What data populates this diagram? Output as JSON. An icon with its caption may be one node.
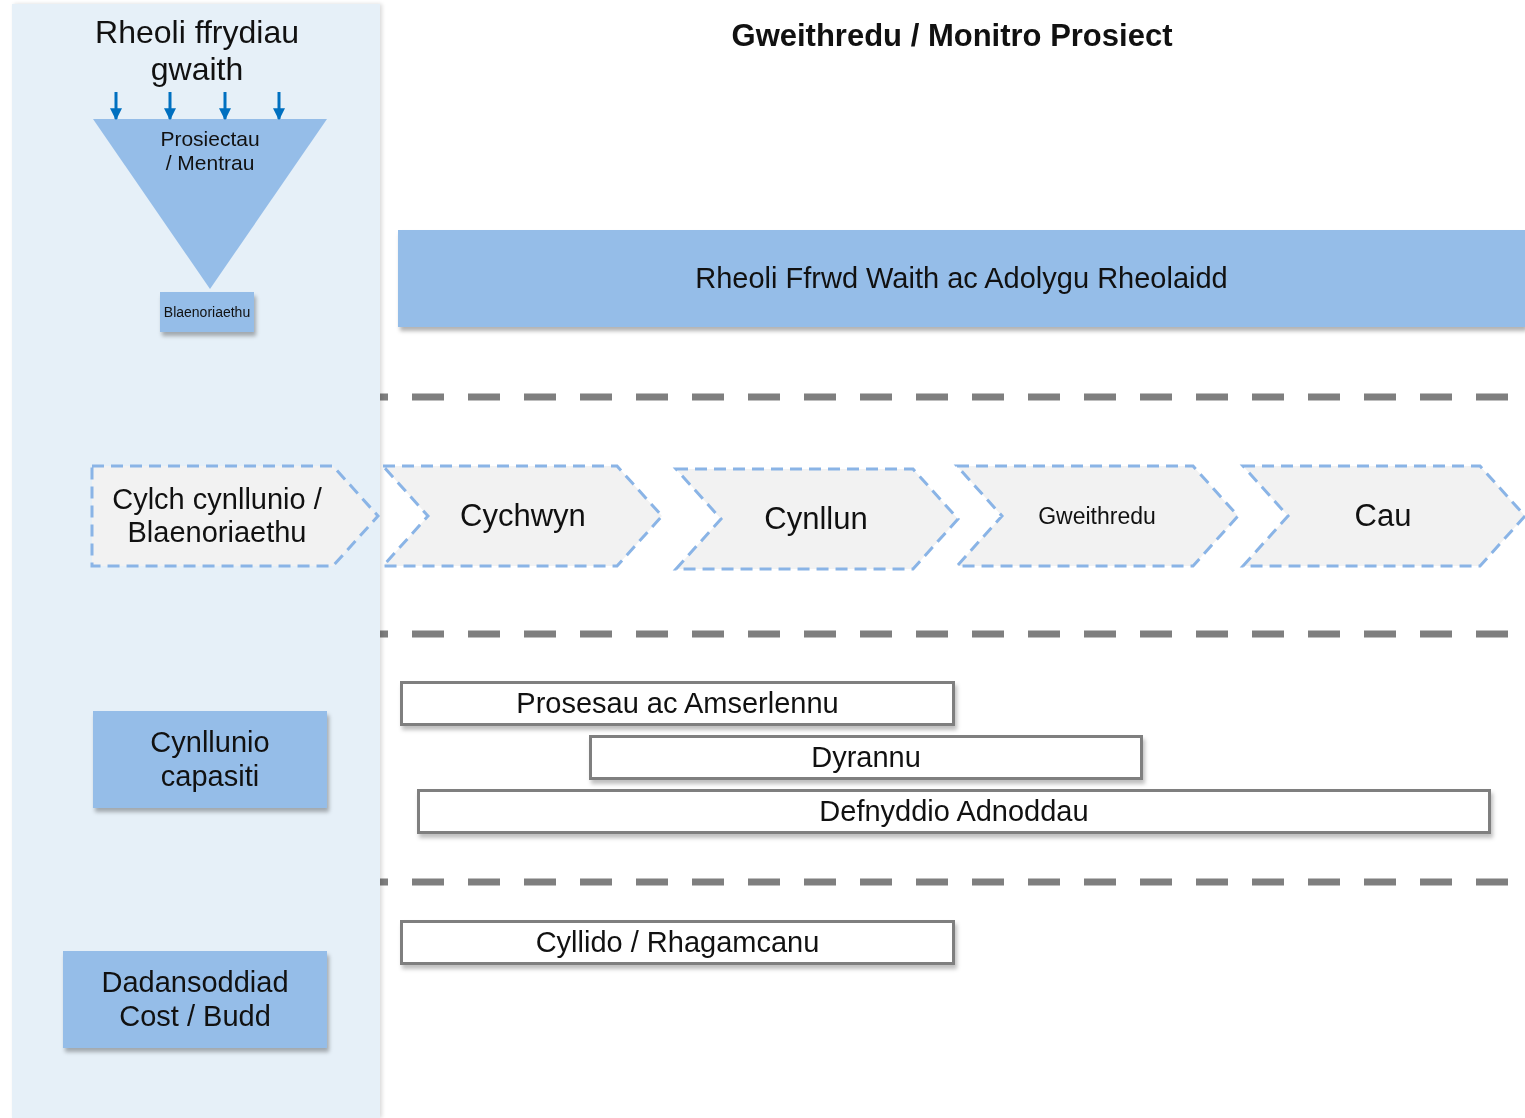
{
  "diagram": {
    "title": "Gweithredu / Monitro Prosiect",
    "nodes": [
      {
        "text": [
          "Rheoli ffrydiau gwaith"
        ]
      },
      {
        "text": [
          "Prosiectau / Mentrau"
        ],
        "in": 0
      },
      {
        "text": [
          "Blaenoriaethu"
        ],
        "in": 0
      },
      {
        "text": [
          "Rheoli Ffrwd Waith ac Adolygu Rheolaidd"
        ]
      },
      {
        "text": [
          "Cylch cynllunio / Blaenoriaethu"
        ],
        "in": 0
      },
      {
        "text": [
          "Cychwyn"
        ]
      },
      {
        "text": [
          "Cynllun"
        ]
      },
      {
        "text": [
          "Gweithredu"
        ]
      },
      {
        "text": [
          "Cau"
        ]
      },
      {
        "text": [
          "Cynllunio capasiti"
        ],
        "in": 0
      },
      {
        "text": [
          "Prosesau ac Amserlennu"
        ]
      },
      {
        "text": [
          "Dyrannu"
        ]
      },
      {
        "text": [
          "Defnyddio Adnoddau"
        ]
      },
      {
        "text": [
          "Dadansoddiad Cost / Budd"
        ],
        "in": 0
      },
      {
        "text": [
          "Cyllido / Rhagamcanu"
        ]
      }
    ],
    "edges": [
      {
        "from": null,
        "to": 1,
        "arrow": "to"
      },
      {
        "from": null,
        "to": 1,
        "arrow": "to"
      },
      {
        "from": null,
        "to": 1,
        "arrow": "to"
      },
      {
        "from": null,
        "to": 1,
        "arrow": "to"
      }
    ]
  }
}
